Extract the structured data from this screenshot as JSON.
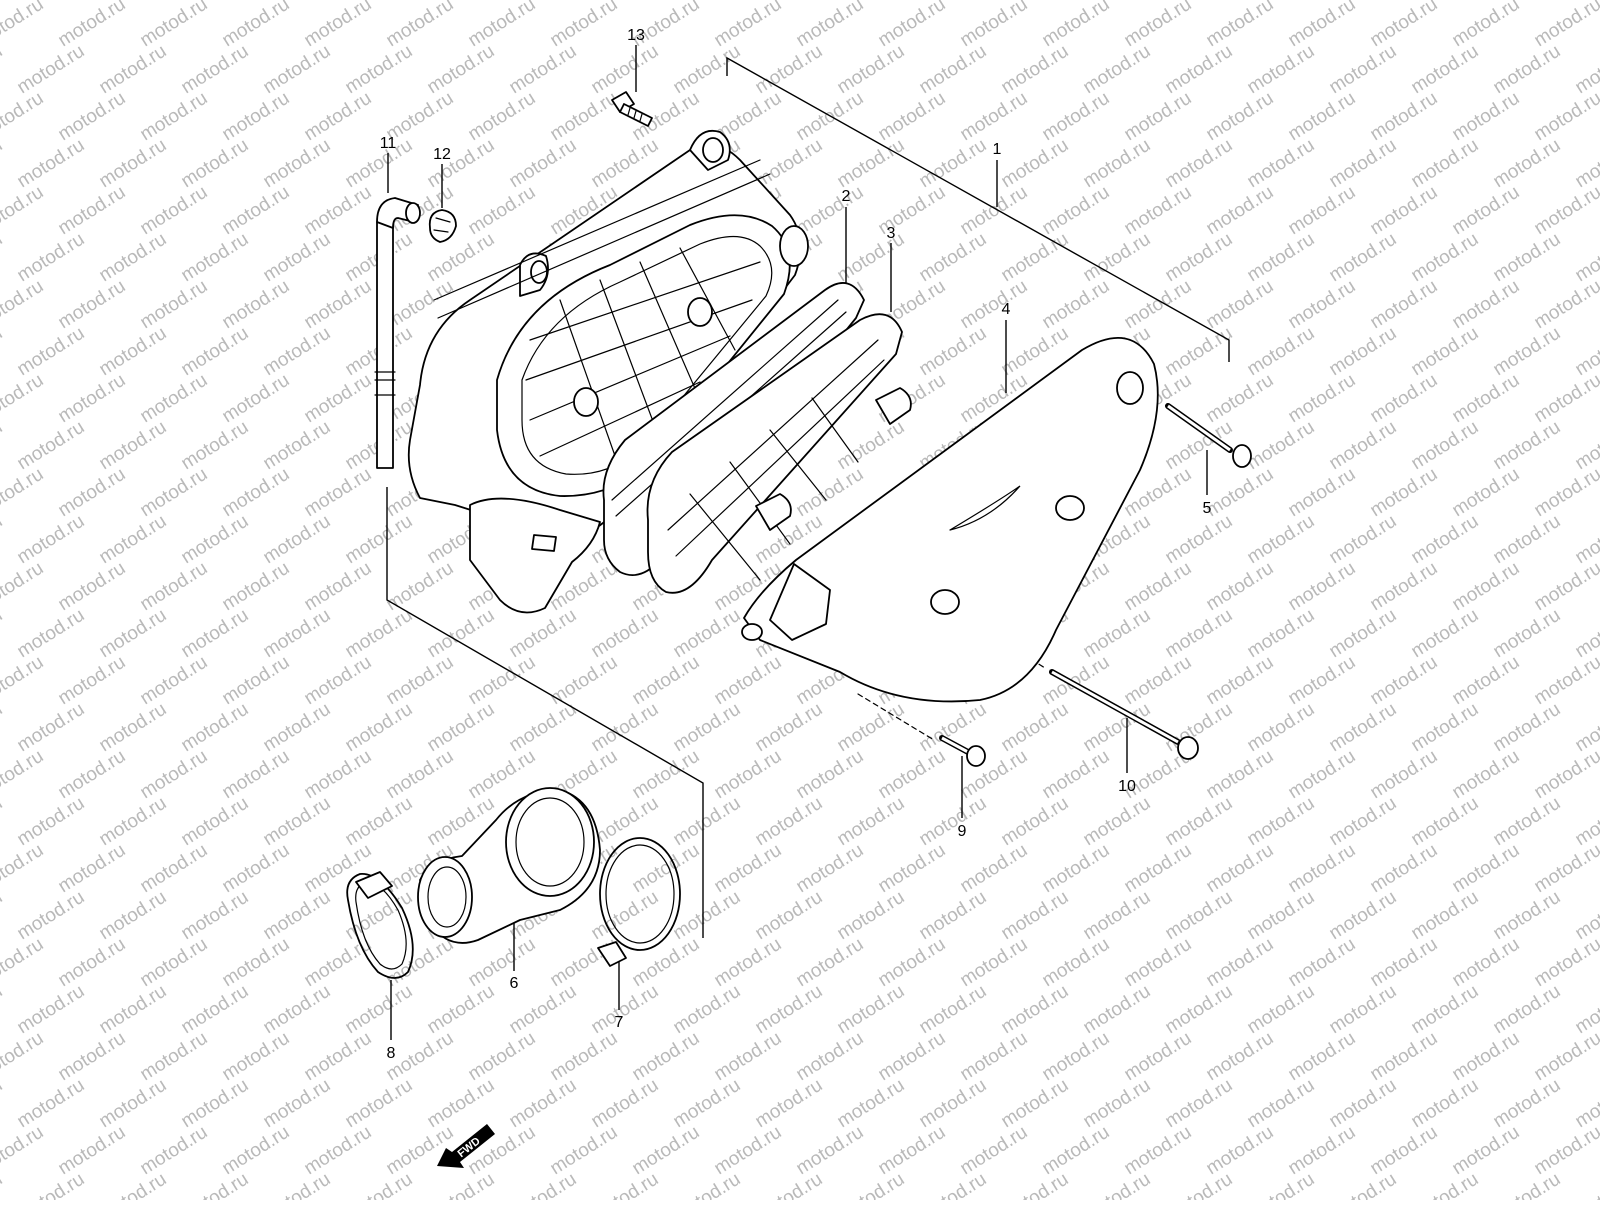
{
  "watermark": {
    "text": "motod.ru"
  },
  "direction_marker": {
    "label": "FWD"
  },
  "parts": [
    {
      "number": "1"
    },
    {
      "number": "2"
    },
    {
      "number": "3"
    },
    {
      "number": "4"
    },
    {
      "number": "5"
    },
    {
      "number": "6"
    },
    {
      "number": "7"
    },
    {
      "number": "8"
    },
    {
      "number": "9"
    },
    {
      "number": "10"
    },
    {
      "number": "11"
    },
    {
      "number": "12"
    },
    {
      "number": "13"
    }
  ]
}
